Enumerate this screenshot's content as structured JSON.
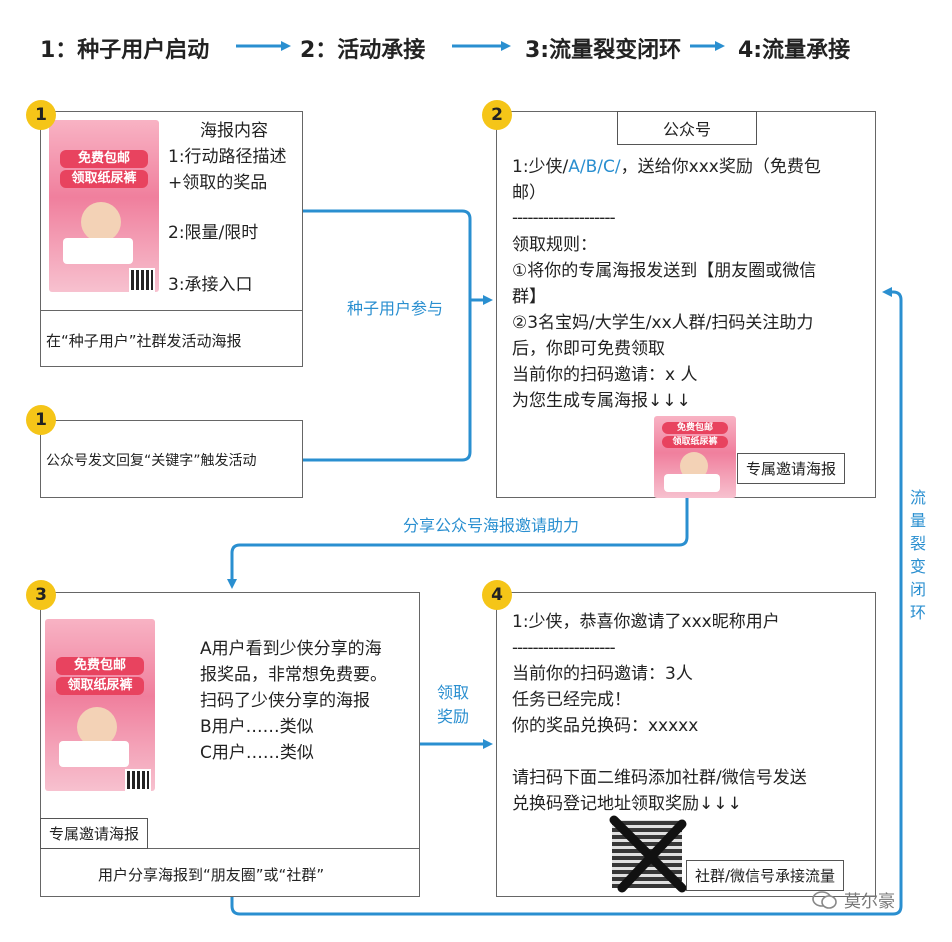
{
  "header": {
    "step1": "1：种子用户启动",
    "step2": "2：活动承接",
    "step3": "3:流量裂变闭环",
    "step4": "4:流量承接"
  },
  "colors": {
    "arrow": "#2a8fd0",
    "badge": "#f5c518",
    "poster": "#f07f9d"
  },
  "box1": {
    "badge": "1",
    "poster_line1": "免费包邮",
    "poster_line2": "领取纸尿裤",
    "title": "海报内容",
    "line1": "1:行动路径描述",
    "line2": "+领取的奖品",
    "line3": "2:限量/限时",
    "line4": "3:承接入口",
    "footer": "在“种子用户”社群发活动海报"
  },
  "box1b": {
    "badge": "1",
    "text": "公众号发文回复“关键字”触发活动"
  },
  "label_seed": "种子用户参与",
  "box2": {
    "badge": "2",
    "tab": "公众号",
    "l1a": "1:少侠/",
    "l1b": "A/B/C/",
    "l1c": "，送给你xxx奖励（免费包",
    "l2": "邮）",
    "dash": "--------------------",
    "l3": "领取规则：",
    "l4": "①将你的专属海报发送到【朋友圈或微信",
    "l5": "群】",
    "l6": "②3名宝妈/大学生/xx人群/扫码关注助力",
    "l7": "后，你即可免费领取",
    "l8": "当前你的扫码邀请：x 人",
    "l9": "为您生成专属海报↓↓↓",
    "tag": "专属邀请海报",
    "poster_line1": "免费包邮",
    "poster_line2": "领取纸尿裤"
  },
  "label_share": "分享公众号海报邀请助力",
  "box3": {
    "badge": "3",
    "l1": "A用户看到少侠分享的海",
    "l2": "报奖品，非常想免费要。",
    "l3": "扫码了少侠分享的海报",
    "l4": "B用户……类似",
    "l5": "C用户……类似",
    "tag": "专属邀请海报",
    "footer": "用户分享海报到“朋友圈”或“社群”",
    "poster_line1": "免费包邮",
    "poster_line2": "领取纸尿裤"
  },
  "label_reward1": "领取",
  "label_reward2": "奖励",
  "box4": {
    "badge": "4",
    "l1": "1:少侠，恭喜你邀请了xxx昵称用户",
    "dash": "--------------------",
    "l2": "当前你的扫码邀请：3人",
    "l3": "任务已经完成！",
    "l4": "你的奖品兑换码：xxxxx",
    "l5": "请扫码下面二维码添加社群/微信号发送",
    "l6": "兑换码登记地址领取奖励↓↓↓",
    "tag": "社群/微信号承接流量"
  },
  "side_label": [
    "流",
    "量",
    "裂",
    "变",
    "闭",
    "环"
  ],
  "watermark": "莫尔豪"
}
